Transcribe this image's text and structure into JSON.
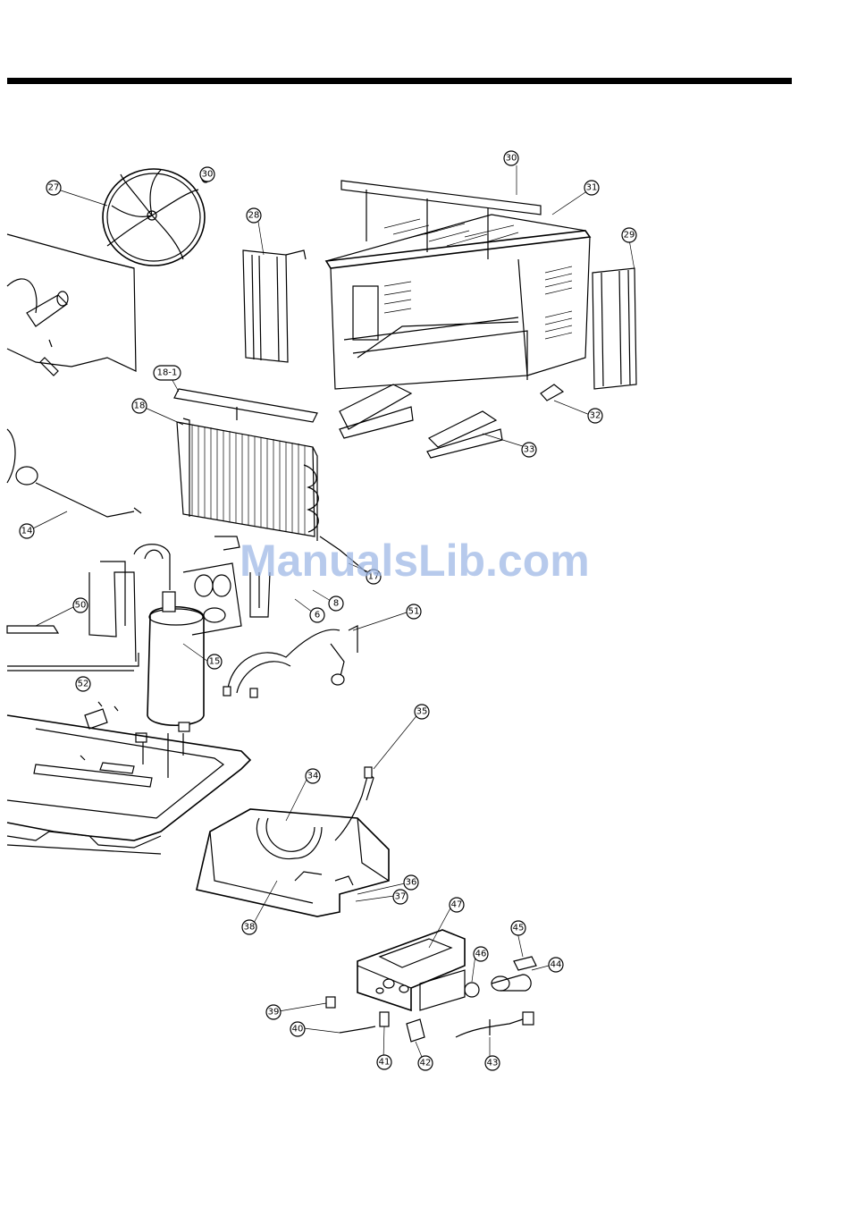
{
  "watermark": "ManualsLib.com",
  "callouts": [
    "27",
    "30",
    "30",
    "31",
    "28",
    "29",
    "32",
    "33",
    "18-1",
    "18",
    "14",
    "17",
    "6",
    "8",
    "50",
    "51",
    "15",
    "52",
    "35",
    "34",
    "36",
    "37",
    "38",
    "47",
    "45",
    "46",
    "44",
    "39",
    "40",
    "41",
    "42",
    "43"
  ]
}
